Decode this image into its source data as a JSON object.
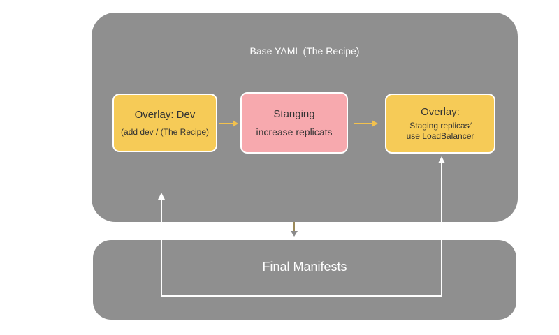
{
  "base_panel": {
    "title": "Base YAML (The Recipe)"
  },
  "nodes": {
    "dev": {
      "title": "Overlay: Dev",
      "subtitle": "(add dev / (The Recipe)"
    },
    "staging": {
      "title": "Stanging",
      "subtitle": "increase replicats"
    },
    "overlay": {
      "title": "Overlay:",
      "line1": "Staging replicas⁄",
      "line2": "use LoadBalancer"
    }
  },
  "final_panel": {
    "title": "Final Manifests"
  },
  "colors": {
    "panel": "#8f8f8f",
    "yellow_node": "#f6cb57",
    "pink_node": "#f7a9ae",
    "arrow_yellow": "#f2c14e",
    "line_white": "#ffffff"
  }
}
